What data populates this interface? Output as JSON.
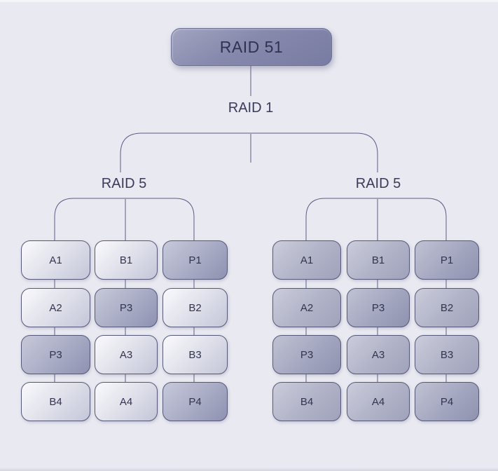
{
  "root_label": "RAID 51",
  "raid1_label": "RAID 1",
  "groups": [
    {
      "label": "RAID 5",
      "columns": [
        {
          "cells": [
            {
              "label": "A1",
              "type": "data"
            },
            {
              "label": "A2",
              "type": "data"
            },
            {
              "label": "P3",
              "type": "parity"
            },
            {
              "label": "B4",
              "type": "data"
            }
          ]
        },
        {
          "cells": [
            {
              "label": "B1",
              "type": "data"
            },
            {
              "label": "P3",
              "type": "parity"
            },
            {
              "label": "A3",
              "type": "data"
            },
            {
              "label": "A4",
              "type": "data"
            }
          ]
        },
        {
          "cells": [
            {
              "label": "P1",
              "type": "parity"
            },
            {
              "label": "B2",
              "type": "data"
            },
            {
              "label": "B3",
              "type": "data"
            },
            {
              "label": "P4",
              "type": "parity"
            }
          ]
        }
      ]
    },
    {
      "label": "RAID 5",
      "columns": [
        {
          "cells": [
            {
              "label": "A1",
              "type": "data"
            },
            {
              "label": "A2",
              "type": "data"
            },
            {
              "label": "P3",
              "type": "parity"
            },
            {
              "label": "B4",
              "type": "data"
            }
          ]
        },
        {
          "cells": [
            {
              "label": "B1",
              "type": "data"
            },
            {
              "label": "P3",
              "type": "parity"
            },
            {
              "label": "A3",
              "type": "data"
            },
            {
              "label": "A4",
              "type": "data"
            }
          ]
        },
        {
          "cells": [
            {
              "label": "P1",
              "type": "parity"
            },
            {
              "label": "B2",
              "type": "data"
            },
            {
              "label": "B3",
              "type": "data"
            },
            {
              "label": "P4",
              "type": "parity"
            }
          ]
        }
      ]
    }
  ],
  "colors": {
    "background": "#e9e9f1",
    "line": "#5b5c85",
    "text": "#3a3b5a",
    "title_fill": "#8689ac",
    "data_fill_left": "#e2e3ec",
    "data_fill_right": "#b2b4c9",
    "parity_fill": "#a0a3bf"
  }
}
